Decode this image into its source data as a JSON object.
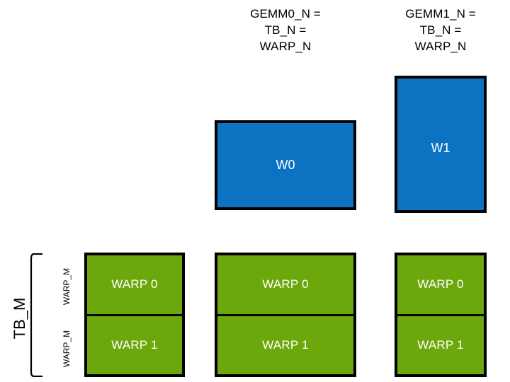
{
  "diagram": {
    "title_columns": [
      {
        "id": "gemm0",
        "caption": "GEMM0_N =\nTB_N =\nWARP_N"
      },
      {
        "id": "gemm1",
        "caption": "GEMM1_N =\nTB_N =\nWARP_N"
      }
    ],
    "warp_tiles": [
      {
        "id": "w0",
        "label": "W0"
      },
      {
        "id": "w1",
        "label": "W1"
      }
    ],
    "warp_stacks": [
      {
        "id": "stack-0",
        "cells": [
          "WARP 0",
          "WARP 1"
        ]
      },
      {
        "id": "stack-1",
        "cells": [
          "WARP 0",
          "WARP 1"
        ]
      },
      {
        "id": "stack-2",
        "cells": [
          "WARP 0",
          "WARP 1"
        ]
      }
    ],
    "axis_labels": {
      "tb_m": "TB_M",
      "warp_m_top": "WARP_M",
      "warp_m_bottom": "WARP_M"
    },
    "colors": {
      "blue_tile": "#0C73C2",
      "green_tile": "#6CA80C",
      "outline": "#000000",
      "tile_text": "#FFFFFF",
      "background": "#FFFFFF"
    }
  }
}
